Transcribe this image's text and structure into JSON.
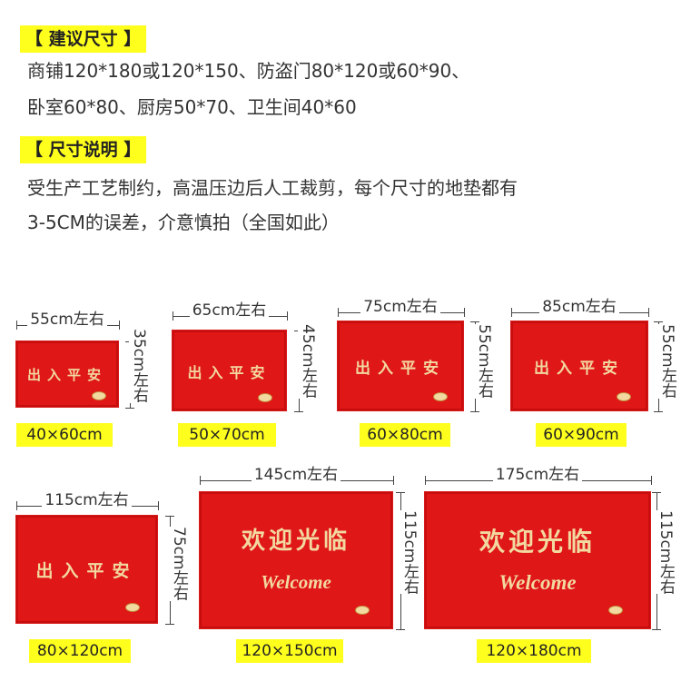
{
  "tags": {
    "suggested_size": "【 建议尺寸 】",
    "size_note": "【 尺寸说明 】"
  },
  "suggested_lines": [
    "商铺120*180或120*150、防盗门80*120或60*90、",
    "卧室60*80、厨房50*70、卫生间40*60"
  ],
  "note_lines": [
    "受生产工艺制约，高温压边后人工裁剪，每个尺寸的地垫都有",
    "3-5CM的误差，介意慎拍（全国如此）"
  ],
  "mats": [
    {
      "width_label": "55cm左右",
      "height_label": "35cm左右",
      "text": "出入平安",
      "welcome": "",
      "size": "40×60cm"
    },
    {
      "width_label": "65cm左右",
      "height_label": "45cm左右",
      "text": "出入平安",
      "welcome": "",
      "size": "50×70cm"
    },
    {
      "width_label": "75cm左右",
      "height_label": "55cm左右",
      "text": "出入平安",
      "welcome": "",
      "size": "60×80cm"
    },
    {
      "width_label": "85cm左右",
      "height_label": "55cm左右",
      "text": "出入平安",
      "welcome": "",
      "size": "60×90cm"
    },
    {
      "width_label": "115cm左右",
      "height_label": "75cm左右",
      "text": "出入平安",
      "welcome": "",
      "size": "80×120cm"
    },
    {
      "width_label": "145cm左右",
      "height_label": "115cm左右",
      "text": "欢迎光临",
      "welcome": "Welcome",
      "size": "120×150cm"
    },
    {
      "width_label": "175cm左右",
      "height_label": "115cm左右",
      "text": "欢迎光临",
      "welcome": "Welcome",
      "size": "120×180cm"
    }
  ],
  "colors": {
    "highlight": "#ffff1e",
    "mat_red": "#e01717",
    "mat_text": "#f2d9a0"
  }
}
